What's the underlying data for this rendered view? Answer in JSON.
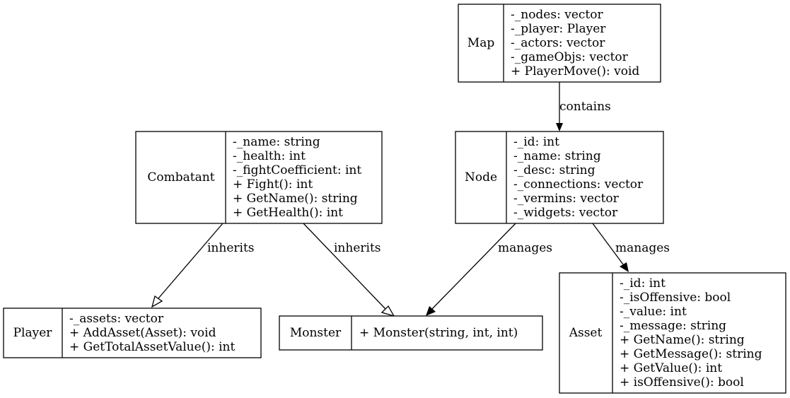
{
  "classes": {
    "map": {
      "name": "Map",
      "members": [
        "-_nodes: vector",
        "-_player: Player",
        "-_actors: vector",
        "-_gameObjs: vector",
        "+ PlayerMove(): void"
      ]
    },
    "combatant": {
      "name": "Combatant",
      "members": [
        "-_name: string",
        "-_health: int",
        "-_fightCoefficient: int",
        "+ Fight(): int",
        "+ GetName(): string",
        "+ GetHealth(): int"
      ]
    },
    "node": {
      "name": "Node",
      "members": [
        "-_id: int",
        "-_name: string",
        "-_desc: string",
        "-_connections: vector",
        "-_vermins: vector",
        "-_widgets: vector"
      ]
    },
    "player": {
      "name": "Player",
      "members": [
        "-_assets: vector",
        "+ AddAsset(Asset): void",
        "+ GetTotalAssetValue(): int"
      ]
    },
    "monster": {
      "name": "Monster",
      "members": [
        "+ Monster(string, int, int)"
      ]
    },
    "asset": {
      "name": "Asset",
      "members": [
        "-_id: int",
        "-_isOffensive: bool",
        "-_value: int",
        "-_message: string",
        "+ GetName(): string",
        "+ GetMessage(): string",
        "+ GetValue(): int",
        "+ isOffensive(): bool"
      ]
    }
  },
  "relations": {
    "map_node": {
      "label": "contains",
      "kind": "association"
    },
    "combatant_player": {
      "label": "inherits",
      "kind": "inheritance"
    },
    "combatant_monster": {
      "label": "inherits",
      "kind": "inheritance"
    },
    "node_monster": {
      "label": "manages",
      "kind": "association"
    },
    "node_asset": {
      "label": "manages",
      "kind": "association"
    }
  },
  "colors": {
    "stroke": "#000000",
    "background": "#ffffff"
  }
}
